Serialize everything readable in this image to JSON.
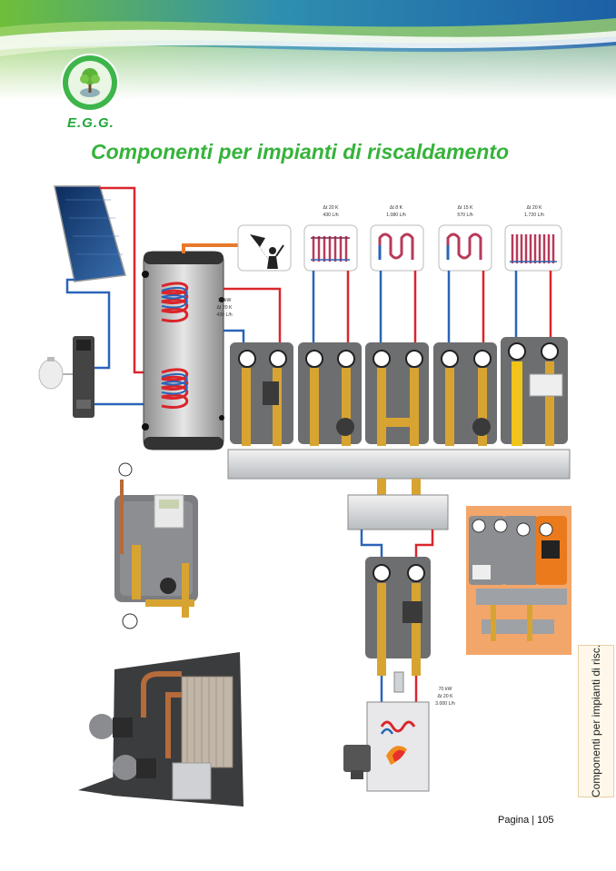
{
  "header": {
    "logo_text": "E.G.G.",
    "title": "Componenti per impianti di riscaldamento"
  },
  "diagram": {
    "circuit_labels": [
      {
        "dt": "Δt 20 K",
        "flow": "430 L/h"
      },
      {
        "dt": "Δt 8 K",
        "flow": "1.080 L/h"
      },
      {
        "dt": "Δt 15 K",
        "flow": "570 L/h"
      },
      {
        "dt": "Δt 20 K",
        "flow": "1.720 L/h"
      }
    ],
    "boiler_label": [
      "10 kW",
      "Δt 20 K",
      "430 L/h"
    ],
    "burner_label": [
      "70 kW",
      "Δt 20 K",
      "3.000 L/h"
    ]
  },
  "side_tab": "Componenti per impianti di risc.",
  "footer": {
    "prefix": "Pagina",
    "separator": "|",
    "page_number": "105"
  },
  "colors": {
    "title_green": "#35b33a",
    "hot_pipe": "#d9262c",
    "cold_pipe": "#2a64b8",
    "brass": "#d8a431"
  }
}
